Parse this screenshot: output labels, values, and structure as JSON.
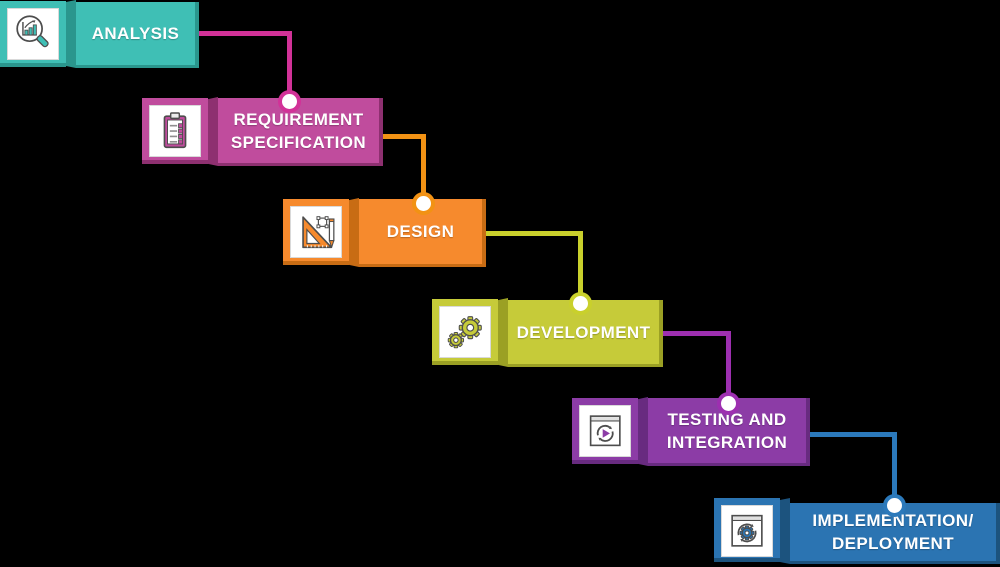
{
  "diagram": {
    "type": "waterfall-process-flow",
    "background_color": "#000000",
    "node_dot_fill": "#ffffff",
    "steps": [
      {
        "id": "analysis",
        "label": "ANALYSIS",
        "icon": "magnifier-chart-icon",
        "color": "#3FBFB5",
        "dark": "#2A968D",
        "line": "#3FBFB5"
      },
      {
        "id": "requirement-specification",
        "label": "REQUIREMENT\nSPECIFICATION",
        "icon": "clipboard-checklist-icon",
        "color": "#C04C9D",
        "dark": "#8E3070",
        "line": "#D23298"
      },
      {
        "id": "design",
        "label": "DESIGN",
        "icon": "set-square-pencil-icon",
        "color": "#F68A2D",
        "dark": "#C86C14",
        "line": "#F29214"
      },
      {
        "id": "development",
        "label": "DEVELOPMENT",
        "icon": "gears-icon",
        "color": "#C6CB39",
        "dark": "#9BA024",
        "line": "#C9D02C"
      },
      {
        "id": "testing-integration",
        "label": "TESTING AND\nINTEGRATION",
        "icon": "test-run-window-icon",
        "color": "#8C3CA6",
        "dark": "#682B80",
        "line": "#9D2FB0"
      },
      {
        "id": "implementation-deployment",
        "label": "IMPLEMENTATION/\nDEPLOYMENT",
        "icon": "deploy-gear-window-icon",
        "color": "#2B74B2",
        "dark": "#1C537E",
        "line": "#2B79BB"
      }
    ]
  }
}
